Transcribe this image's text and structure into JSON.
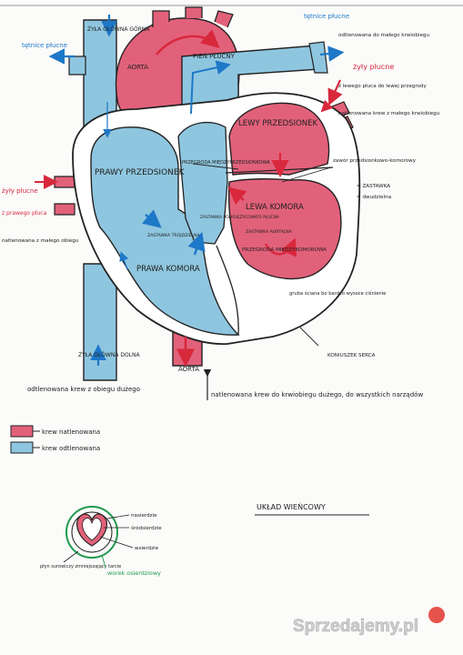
{
  "colors": {
    "oxygenated": "#e2617a",
    "deoxygenated": "#8fc6df",
    "red_ink": "#d8283c",
    "blue_ink": "#1e78c8",
    "green_ink": "#1f9a4c",
    "ink": "#222222"
  },
  "labels": {
    "vena_cava_superior": "ŻYŁA GŁÓWNA GÓRNA",
    "aorta_top": "AORTA",
    "pulmonary_trunk": "PIEŃ PŁUCNY",
    "pulmonary_arteries_left": "tętnice płucne",
    "pulmonary_arteries_right": "tętnice płucne",
    "deoxy_to_small_circuit": "odtlenowana do małego krwiobiegu",
    "pulmonary_veins_right": "żyły płucne",
    "from_left_lung": "z lewego płuca do lewej przegrody",
    "oxy_from_small": "natlenowana krew z małego krwiobiegu",
    "left_atrium": "LEWY PRZEDSIONEK",
    "mitral_valve_note": "zawór przedsionkowo-komorowy",
    "valve_eq": "= ZASTAWKA",
    "mitral_eq": "= dwudzielna",
    "interatrial_septum": "PRZEGRODA MIĘDZYPRZEDSIONKOWA",
    "right_atrium": "PRAWY PRZEDSIONEK",
    "pulmonary_veins_left": "żyły płucne",
    "from_right_lung": "z prawego płuca",
    "oxy_from_small_left": "natlenowana z małego obiegu",
    "tricuspid_valve": "ZASTAWKA TRÓJDZIELNA",
    "pulmonary_valve": "ZASTAWKA PÓŁKSIĘŻYCOWATA PŁUCNA",
    "left_ventricle": "LEWA KOMORA",
    "aortic_valve": "ZASTAWKA AORTALNA",
    "right_ventricle": "PRAWA KOMORA",
    "interventricular_septum": "PRZEGRODA MIĘDZYKOMOROWA",
    "thick_wall": "gruba ściana bo bardzo wysoce ciśnienie",
    "apex": "KONIUSZEK SERCA",
    "vena_cava_inferior": "ŻYŁA GŁÓWNA DOLNA",
    "aorta_bottom": "AORTA",
    "deoxy_from_big": "odtlenowana krew z obiegu dużego",
    "oxy_to_big": "natlenowana krew do krwiobiegu dużego, do wszystkich narządów"
  },
  "legend": [
    {
      "label": "krew natlenowana",
      "color": "#e2617a"
    },
    {
      "label": "krew odtlenowana",
      "color": "#8fc6df"
    }
  ],
  "coronary": {
    "title": "UKŁAD WIEŃCOWY",
    "layers": [
      "nasierdzie",
      "śródsierdzie",
      "wsierdzie"
    ],
    "pericardial_fluid": "płyn surowiczy zmniejszający tarcie",
    "pericardium": "worek osierdziowy"
  },
  "watermark": "Sprzedajemy.pl"
}
